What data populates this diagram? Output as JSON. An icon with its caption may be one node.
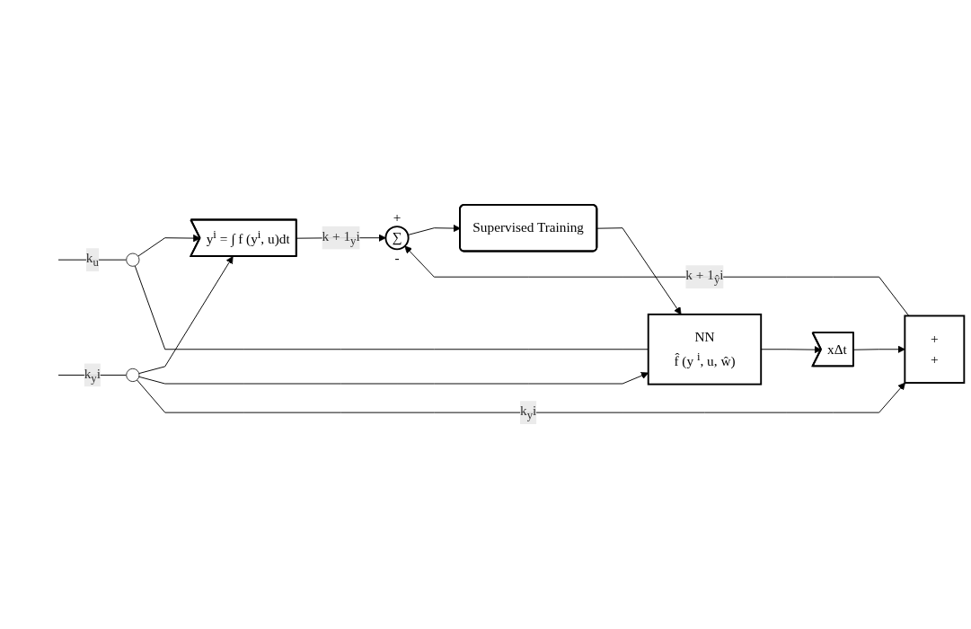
{
  "diagram": {
    "nodes": [
      {
        "text": [],
        "shape": "circle"
      },
      {
        "text": [],
        "shape": "circle"
      },
      {
        "text": [
          "y$^{i}$ = ∫ f (y$^{i}$, u)dt"
        ]
      },
      {
        "text": [
          "NN",
          "f̂ (y $^{i}$, u, ŵ)"
        ]
      },
      {
        "text": [
          "xΔt"
        ]
      },
      {
        "text": [
          "+",
          "+"
        ]
      },
      {
        "text": [
          "∑"
        ],
        "beside": [
          "+",
          "-"
        ]
      },
      {
        "text": [
          "Supervised Training"
        ]
      }
    ],
    "edges": [
      {
        "from": null,
        "to": 0,
        "arrow": "none",
        "label": "k$_{u}$"
      },
      {
        "from": null,
        "to": 1,
        "arrow": "none",
        "label": "k$_{y}$i"
      },
      {
        "from": 0,
        "to": 2,
        "arrow": "to"
      },
      {
        "from": 1,
        "to": 2,
        "arrow": "to"
      },
      {
        "from": 1,
        "to": 3,
        "arrow": "to"
      },
      {
        "from": 0,
        "to": 3,
        "arrow": "none"
      },
      {
        "from": 3,
        "to": 4,
        "arrow": "to"
      },
      {
        "from": 4,
        "to": 5,
        "arrow": "to"
      },
      {
        "from": 1,
        "to": 5,
        "arrow": "to",
        "label": "k$_{y}$i"
      },
      {
        "from": 2,
        "to": 6,
        "arrow": "to",
        "label": "k + 1$_{y}$i"
      },
      {
        "from": 5,
        "to": 6,
        "arrow": "to",
        "label": "k + 1$_{ŷ}$i"
      },
      {
        "from": 6,
        "to": 7,
        "arrow": "to"
      },
      {
        "from": 7,
        "to": 3,
        "arrow": "to"
      }
    ]
  }
}
